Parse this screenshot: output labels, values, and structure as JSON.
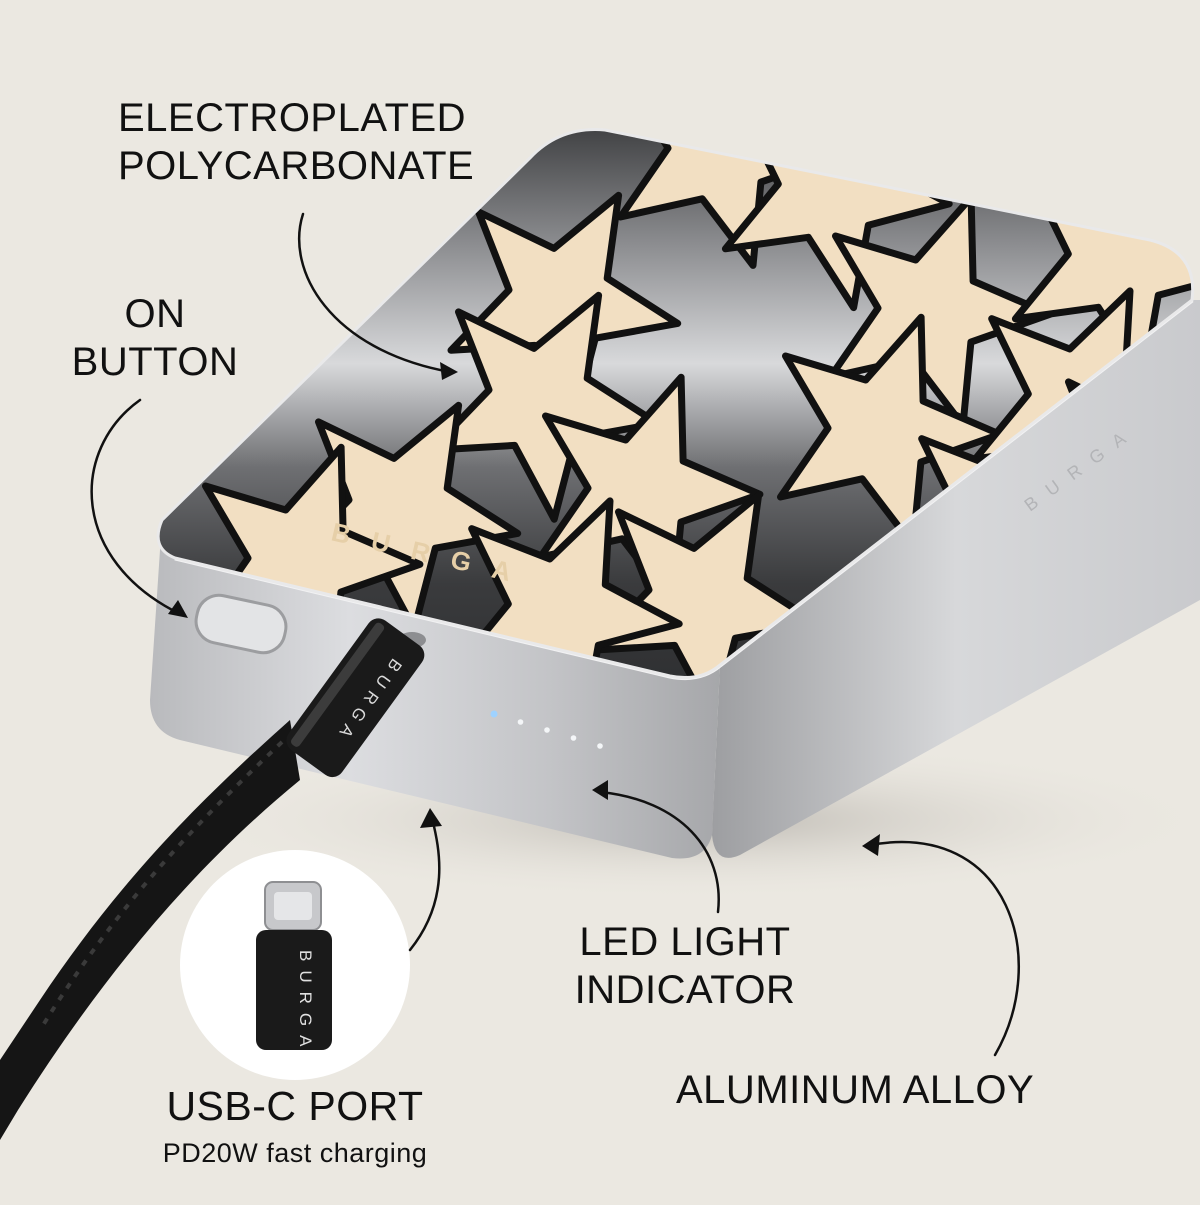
{
  "labels": {
    "polycarbonate": [
      "ELECTROPLATED",
      "POLYCARBONATE"
    ],
    "on_button": [
      "ON",
      "BUTTON"
    ],
    "led": [
      "LED LIGHT",
      "INDICATOR"
    ],
    "aluminum": "ALUMINUM ALLOY",
    "usb_title": "USB-C PORT",
    "usb_subtitle": "PD20W fast charging"
  },
  "brand": "BURGA",
  "led_count": 5,
  "colors": {
    "background": "#ebe8e1",
    "aluminum": "#c9cacd",
    "star": "#f2dfc2",
    "panel_dark": "#505153",
    "cable": "#151515",
    "led": "#9fd2ff"
  }
}
